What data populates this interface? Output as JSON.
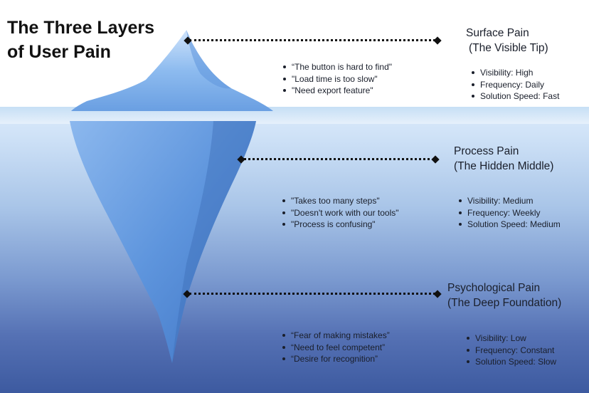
{
  "title": {
    "line1": "The Three Layers",
    "line2": "of User Pain"
  },
  "layers": [
    {
      "name_line1": "Surface Pain",
      "name_line2": "(The Visible Tip)",
      "quotes": [
        "“The button is hard to find\"",
        "\"Load time is too slow\"",
        "\"Need export feature\""
      ],
      "metrics": [
        "Visibility: High",
        "Frequency: Daily",
        "Solution Speed: Fast"
      ]
    },
    {
      "name_line1": "Process Pain",
      "name_line2": "(The Hidden Middle)",
      "quotes": [
        "\"Takes too many steps\"",
        "\"Doesn't work with our tools\"",
        "\"Process is confusing\""
      ],
      "metrics": [
        "Visibility: Medium",
        "Frequency: Weekly",
        "Solution Speed: Medium"
      ]
    },
    {
      "name_line1": "Psychological Pain",
      "name_line2": "(The Deep Foundation)",
      "quotes": [
        "“Fear of making mistakes”",
        "“Need to feel competent”",
        "“Desire for recognition”"
      ],
      "metrics": [
        "Visibility: Low",
        "Frequency: Constant",
        "Solution Speed: Slow"
      ]
    }
  ],
  "colors": {
    "ice": "#7fb0ea",
    "ice_dark": "#4f86d2",
    "deep_water": "#3d5aa0",
    "connector": "#111111"
  }
}
